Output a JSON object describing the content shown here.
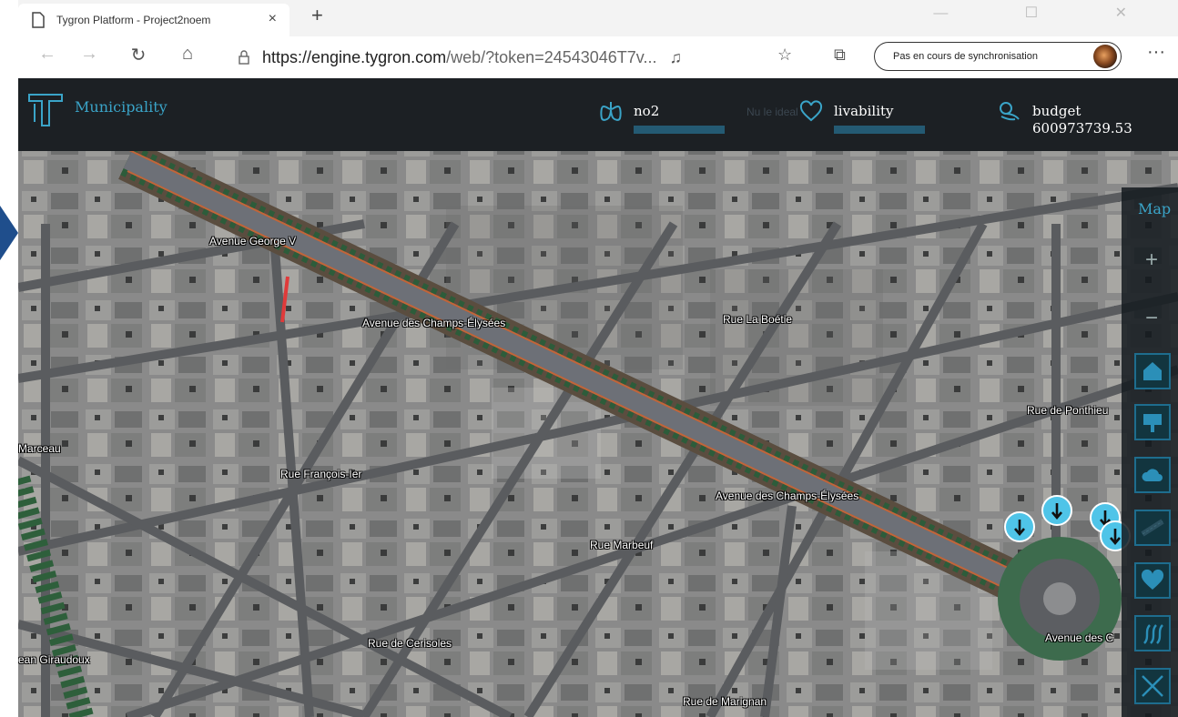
{
  "browser": {
    "tab_title": "Tygron Platform - Project2noem",
    "tab_close": "×",
    "new_tab": "+",
    "window_controls": "— ☐ ✕",
    "url_host": "https://engine.tygron.com",
    "url_rest": "/web/?token=24543046T7v...",
    "sync_label": "Pas en cours de synchronisation",
    "more_label": "···",
    "icons": [
      "back-icon",
      "forward-icon",
      "reload-icon",
      "home-icon",
      "lock-icon",
      "read-aloud-icon",
      "favorites-icon",
      "collections-icon",
      "profile-avatar"
    ]
  },
  "app": {
    "role": "Municipality",
    "indicators": [
      {
        "name": "no2",
        "icon": "lungs-icon",
        "progress": 1.0
      },
      {
        "name": "livability",
        "icon": "heart-icon",
        "progress": 1.0
      },
      {
        "name": "budget",
        "icon": "money-icon",
        "value": "600973739.53"
      }
    ],
    "ghost_text": "Nu le ideal"
  },
  "map": {
    "panel_title": "Map",
    "zoom_in": "+",
    "zoom_out": "−",
    "panel_buttons": [
      "building-icon",
      "sign-icon",
      "cloud-icon",
      "road-icon",
      "heart-icon",
      "water-icon",
      "terrain-icon"
    ],
    "street_labels": [
      "Avenue George V",
      "Avenue des Champs-Élysées",
      "Rue La Boétie",
      "Rue de Ponthieu",
      "Marceau",
      "Rue François-Ier",
      "Avenue des Champs-Élysées",
      "Rue Marbeuf",
      "Rue de Cerisoles",
      "Avenue des C",
      "ean Giraudoux",
      "Rue de Marignan"
    ],
    "marker_count": 4
  },
  "colors": {
    "accent": "#3aa4c8",
    "topbar": "#1c2024",
    "marker": "#4fc4e8",
    "panel_border": "#1e6d8e"
  }
}
